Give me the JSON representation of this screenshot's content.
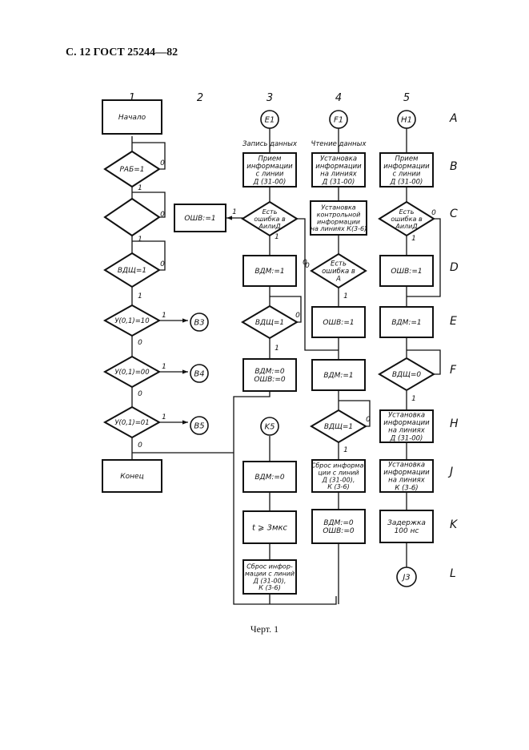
{
  "header": "С. 12 ГОСТ 25244—82",
  "caption": "Черт. 1",
  "columns": [
    "1",
    "2",
    "3",
    "4",
    "5"
  ],
  "rows": [
    "A",
    "B",
    "C",
    "D",
    "E",
    "F",
    "H",
    "J",
    "K",
    "L"
  ],
  "nodes": {
    "start": [
      "Начало"
    ],
    "rab": [
      "РАБ=1"
    ],
    "empty": [
      ""
    ],
    "vdsh1": [
      "ВДЩ=1"
    ],
    "y10": [
      "У(0,1)=10"
    ],
    "y00": [
      "У(0,1)=00"
    ],
    "y01": [
      "У(0,1)=01"
    ],
    "end": [
      "Конец"
    ],
    "osh2": [
      "ОШВ:=1"
    ],
    "e1": [
      "E1"
    ],
    "f1": [
      "F1"
    ],
    "h1": [
      "H1"
    ],
    "k5": [
      "K5"
    ],
    "b3": [
      "B3"
    ],
    "b4": [
      "B4"
    ],
    "b5": [
      "B5"
    ],
    "j3": [
      "J3"
    ],
    "c3b": [
      "Прием",
      "информации",
      "с линии",
      "Д (31-00)"
    ],
    "c3c": [
      "Есть",
      "ошибка в",
      "АилиД"
    ],
    "c3d": [
      "ВДМ:=1"
    ],
    "c3e": [
      "ВДЩ=1"
    ],
    "c3f": [
      "ВДМ:=0",
      "ОШВ:=0"
    ],
    "c3j": [
      "ВДМ:=0"
    ],
    "c3k": [
      "t ⩾ 3мкс"
    ],
    "c3l": [
      "Сброс инфор-",
      "мации с линий",
      "Д (31-00),",
      "К (3-6)"
    ],
    "c4b": [
      "Установка",
      "информации",
      "на линиях",
      "Д (31-00)"
    ],
    "c4c": [
      "Установка",
      "контрольной",
      "информации",
      "на линиях К(3-6)"
    ],
    "c4d": [
      "Есть",
      "ошибка в",
      "А"
    ],
    "c4e": [
      "ОШВ:=1"
    ],
    "c4f": [
      "ВДМ:=1"
    ],
    "c4h": [
      "ВДЩ=1"
    ],
    "c4j": [
      "Сброс информа-",
      "ции с линий",
      "Д (31-00),",
      "К (3-6)"
    ],
    "c4k": [
      "ВДМ:=0",
      "ОШВ:=0"
    ],
    "c5b": [
      "Прием",
      "информации",
      "с линии",
      "Д (31-00)"
    ],
    "c5c": [
      "Есть",
      "ошибка в",
      "АилиД"
    ],
    "c5d": [
      "ОШВ:=1"
    ],
    "c5e": [
      "ВДМ:=1"
    ],
    "c5f": [
      "ВДЩ=0"
    ],
    "c5h": [
      "Установка",
      "информации",
      "на линиях",
      "Д (31-00)"
    ],
    "c5j": [
      "Установка",
      "информации",
      "на линиях",
      "К (3-6)"
    ],
    "c5k": [
      "Задержка",
      "100 нс"
    ]
  },
  "labels": {
    "write_data": "Запись данных",
    "read_data": "Чтение данных",
    "zero": "0",
    "one": "1"
  }
}
